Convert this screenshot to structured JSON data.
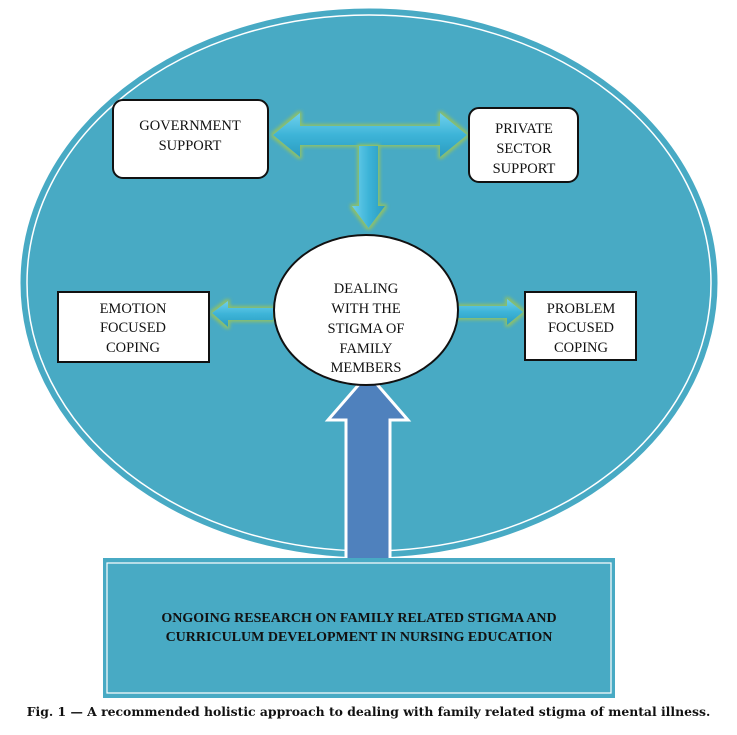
{
  "colors": {
    "ellipse_fill": "#48aac4",
    "arrow_fill": "#3db4d8",
    "arrow_glow": "#8cc06a",
    "big_arrow": "#4f81bd",
    "box_fill": "#48aac4"
  },
  "nodes": {
    "government": [
      "GOVERNMENT",
      "SUPPORT"
    ],
    "private": [
      "PRIVATE",
      "SECTOR",
      "SUPPORT"
    ],
    "center": [
      "DEALING",
      "WITH THE",
      "STIGMA OF",
      "FAMILY",
      "MEMBERS"
    ],
    "emotion": [
      "EMOTION",
      "FOCUSED",
      "COPING"
    ],
    "problem": [
      "PROBLEM",
      "FOCUSED",
      "COPING"
    ],
    "research": [
      "ONGOING RESEARCH ON FAMILY RELATED STIGMA AND",
      "CURRICULUM DEVELOPMENT IN NURSING EDUCATION"
    ]
  },
  "caption": "Fig. 1 — A recommended holistic approach to dealing with family related stigma of mental illness."
}
